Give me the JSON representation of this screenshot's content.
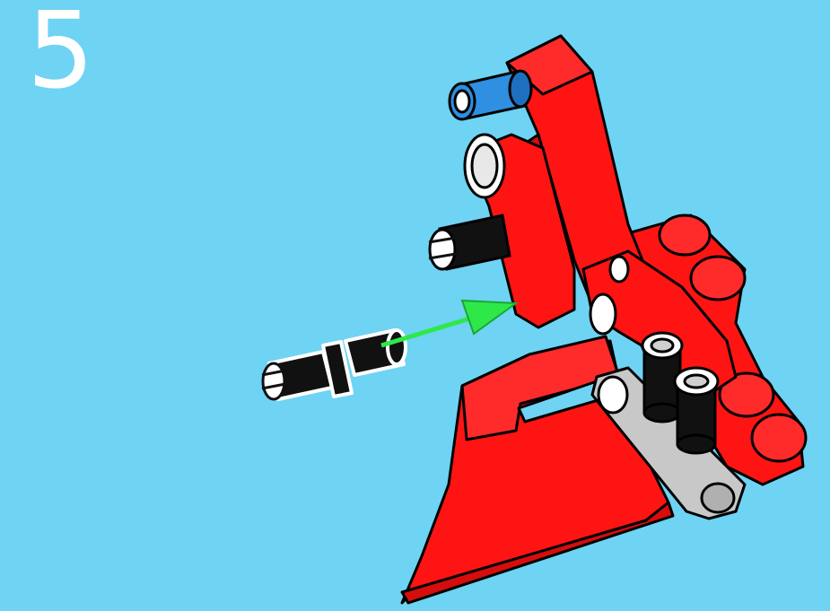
{
  "step": {
    "number": "5"
  },
  "colors": {
    "background": "#6fd3f3",
    "model_red": "#ff1414",
    "pin_black": "#111111",
    "axle_blue": "#2f8fe0",
    "beam_gray": "#c8c8c8",
    "arrow_green": "#2ee84a",
    "step_text": "#ffffff"
  },
  "parts": {
    "new_part": "black-friction-pin",
    "inserted_pins": [
      "black-pin",
      "blue-axle-pin",
      "black-axle-connectors"
    ],
    "assembly": "red-plow-assembly"
  },
  "arrow": {
    "direction": "insert-pin"
  }
}
